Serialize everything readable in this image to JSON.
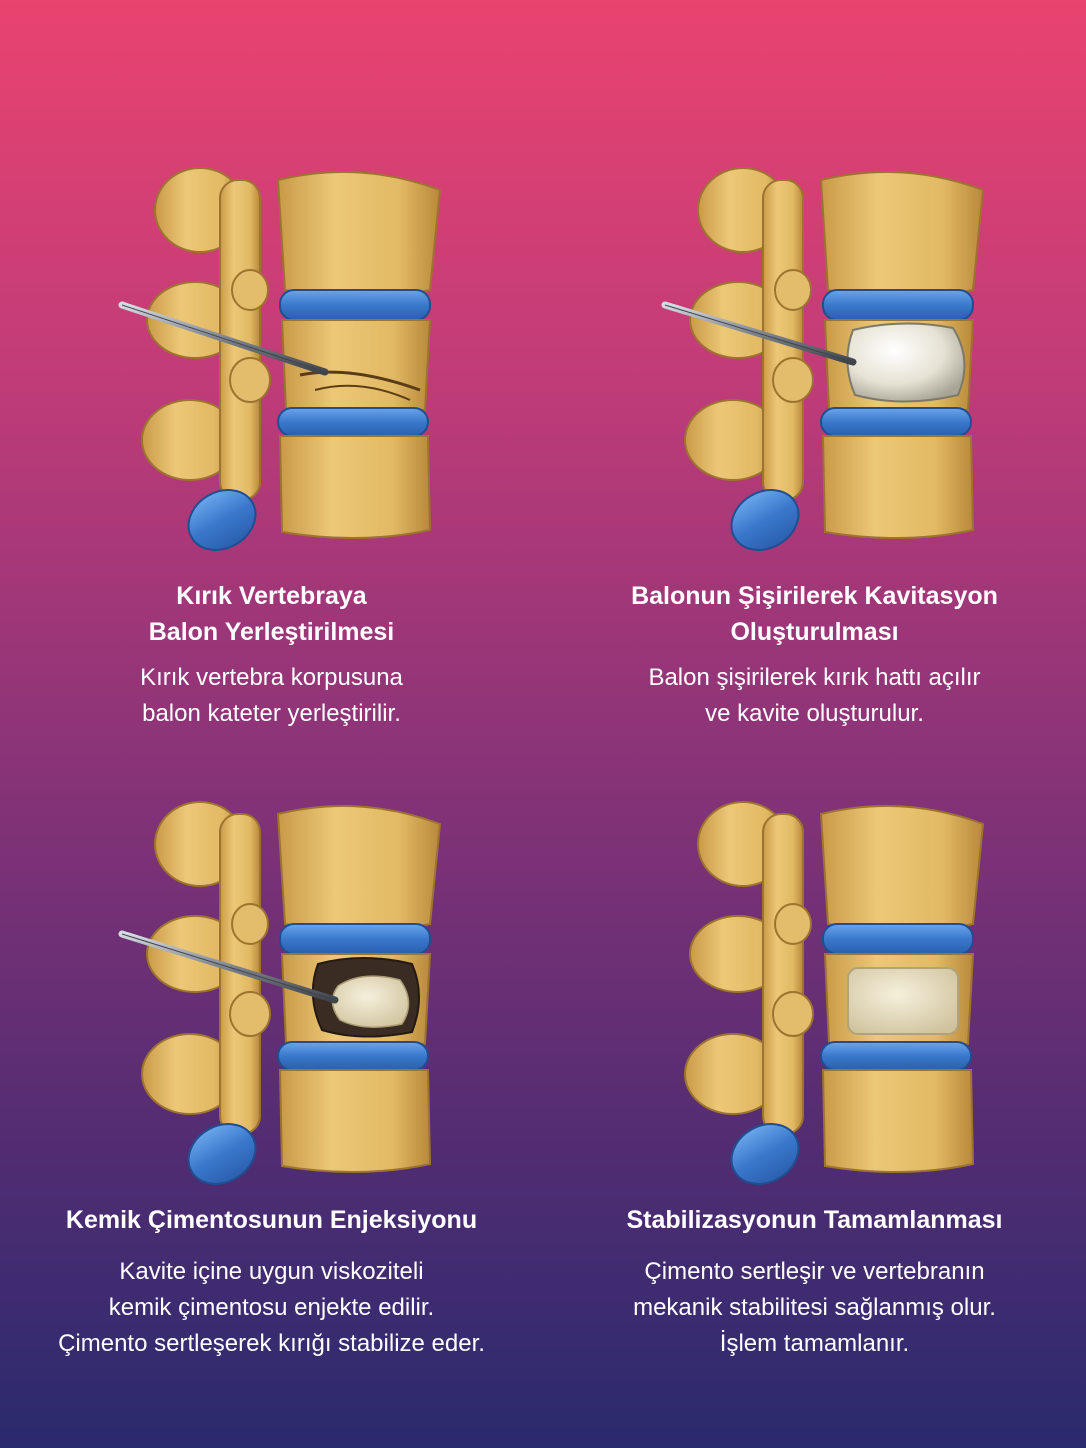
{
  "colors": {
    "bone": "#e3bd6c",
    "bone_shade": "#b88c3c",
    "disc": "#3f7fd0",
    "disc_light": "#7bb1ee",
    "balloon": "#ece7d8",
    "cement": "#ece2c2",
    "cavity": "#3a2c22",
    "needle": "#8a8f98"
  },
  "steps": [
    {
      "title": "Kırık Vertebraya\nBalon Yerleştirilmesi",
      "description": "Kırık vertebra korpusuna\nbalon kateter yerleştirilir.",
      "illustration": "vertebra-needle-fracture"
    },
    {
      "title": "Balonun Şişirilerek Kavitasyon\nOluşturulması",
      "description": "Balon şişirilerek kırık hattı açılır\nve kavite oluşturulur.",
      "illustration": "vertebra-balloon-inflated"
    },
    {
      "title": "Kemik Çimentosunun Enjeksiyonu",
      "description": "Kavite içine uygun viskoziteli\nkemik çimentosu enjekte edilir.\nÇimento sertleşerek kırığı stabilize eder.",
      "illustration": "vertebra-cement-injection"
    },
    {
      "title": "Stabilizasyonun Tamamlanması",
      "description": "Çimento sertleşir ve vertebranın\nmekanik stabilitesi sağlanmış olur.\nİşlem tamamlanır.",
      "illustration": "vertebra-stabilized"
    }
  ]
}
